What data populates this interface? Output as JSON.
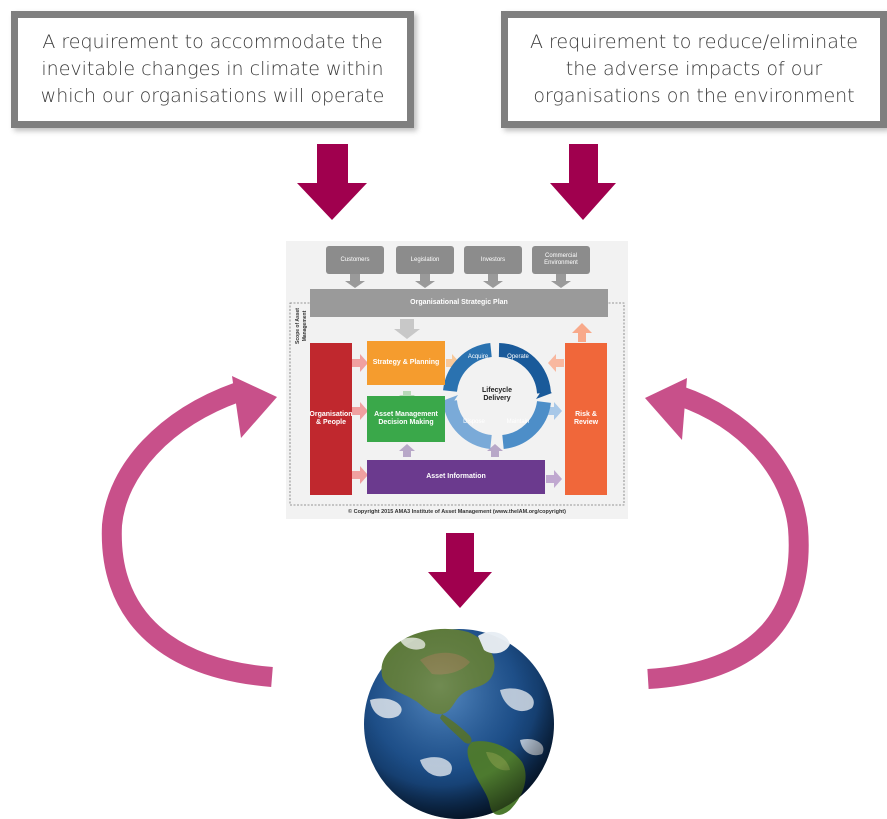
{
  "callouts": {
    "left": "A requirement to accommodate the inevitable changes in climate within which our organisations will operate",
    "right": "A requirement to reduce/eliminate the adverse impacts of our organisations on the environment"
  },
  "framework": {
    "stakeholders": [
      "Customers",
      "Legislation",
      "Investors",
      "Commercial Environment"
    ],
    "strategic_plan": "Organisational Strategic Plan",
    "scope_label": "Scope of Asset Management",
    "organisation_people": "Organisation & People",
    "strategy_planning": "Strategy & Planning",
    "decision_making": "Asset Management Decision Making",
    "asset_information": "Asset Information",
    "risk_review": "Risk & Review",
    "lifecycle": {
      "center": "Lifecycle Delivery",
      "acquire": "Acquire",
      "operate": "Operate",
      "maintain": "Maintain",
      "dispose": "Dispose"
    },
    "copyright": "© Copyright 2015 AMA3 Institute of Asset Management (www.theIAM.org/copyright)"
  },
  "colors": {
    "arrow_down": "#a0004e",
    "arrow_curved": "#c8508a",
    "callout_border": "#7f7f7f",
    "org_people": "#c0282e",
    "strategy": "#f59c2e",
    "decision": "#3aa84a",
    "asset_info": "#6b3a8e",
    "risk": "#f0673a",
    "strategic_plan": "#9a9a9a"
  },
  "icons": {
    "earth": "earth-globe-icon"
  }
}
